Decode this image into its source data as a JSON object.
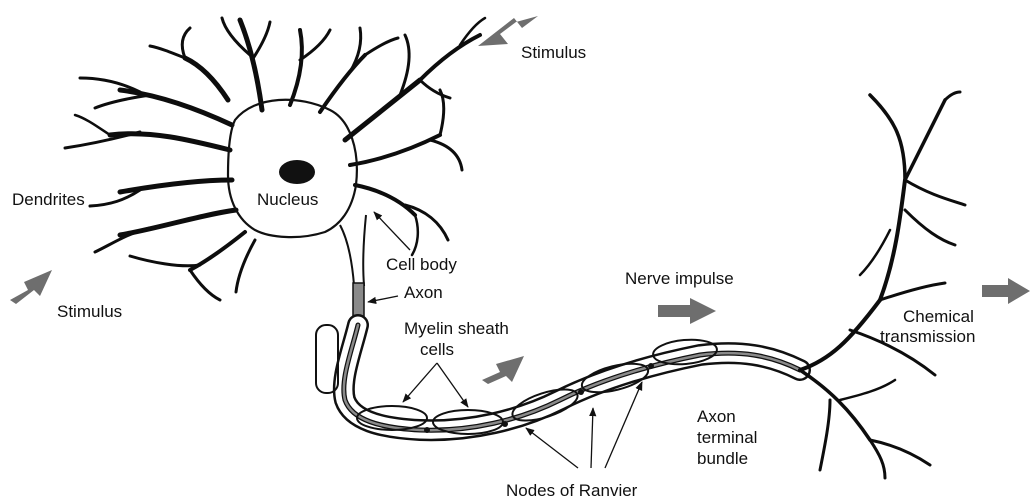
{
  "labels": {
    "stimulus_top": "Stimulus",
    "stimulus_left": "Stimulus",
    "dendrites": "Dendrites",
    "nucleus": "Nucleus",
    "cell_body": "Cell body",
    "axon": "Axon",
    "myelin_line1": "Myelin sheath",
    "myelin_line2": "cells",
    "nerve_impulse": "Nerve impulse",
    "chemical_line1": "Chemical",
    "chemical_line2": "transmission",
    "terminal_line1": "Axon",
    "terminal_line2": "terminal",
    "terminal_line3": "bundle",
    "nodes": "Nodes of Ranvier"
  },
  "colors": {
    "ink": "#111111",
    "arrow": "#6e6e6e",
    "axon_highlight": "#8a8a8a",
    "background": "#ffffff"
  }
}
